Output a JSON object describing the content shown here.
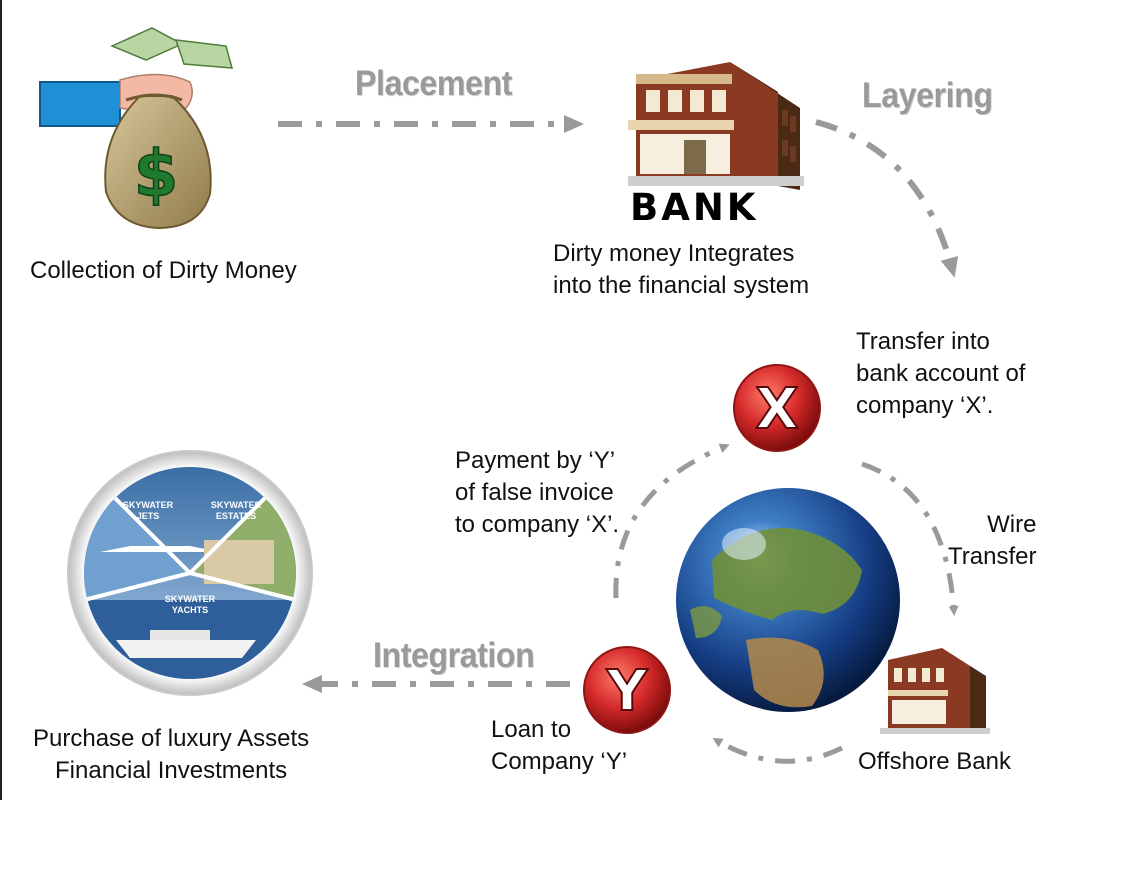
{
  "stages": {
    "placement": "Placement",
    "layering": "Layering",
    "integration": "Integration"
  },
  "labels": {
    "collection": "Collection of Dirty Money",
    "bank_integrates": "Dirty money Integrates\ninto the financial system",
    "transfer_x": "Transfer into\nbank account of\ncompany ‘X’.",
    "payment_y": "Payment by ‘Y’\nof false invoice\nto company ‘X’.",
    "wire": "Wire\nTransfer",
    "offshore": "Offshore Bank",
    "loan": "Loan to\nCompany ‘Y’",
    "purchase": "Purchase of luxury Assets\nFinancial Investments"
  },
  "bank_sign": "BANK",
  "badges": {
    "x": "X",
    "y": "Y"
  },
  "luxury_circle": {
    "jets": "SKYWATER\nJETS",
    "estates": "SKYWATER\nESTATES",
    "yachts": "SKYWATER\nYACHTS"
  },
  "icons": [
    "money-bag-icon",
    "hand-icon",
    "bank-building-icon",
    "globe-icon",
    "offshore-bank-icon",
    "luxury-assets-icon"
  ],
  "colors": {
    "arrow": "#9a9a9a",
    "stage_text": "#9a9a9a",
    "badge_red": "#d42a2a",
    "dollar_green": "#1f7a2e"
  }
}
